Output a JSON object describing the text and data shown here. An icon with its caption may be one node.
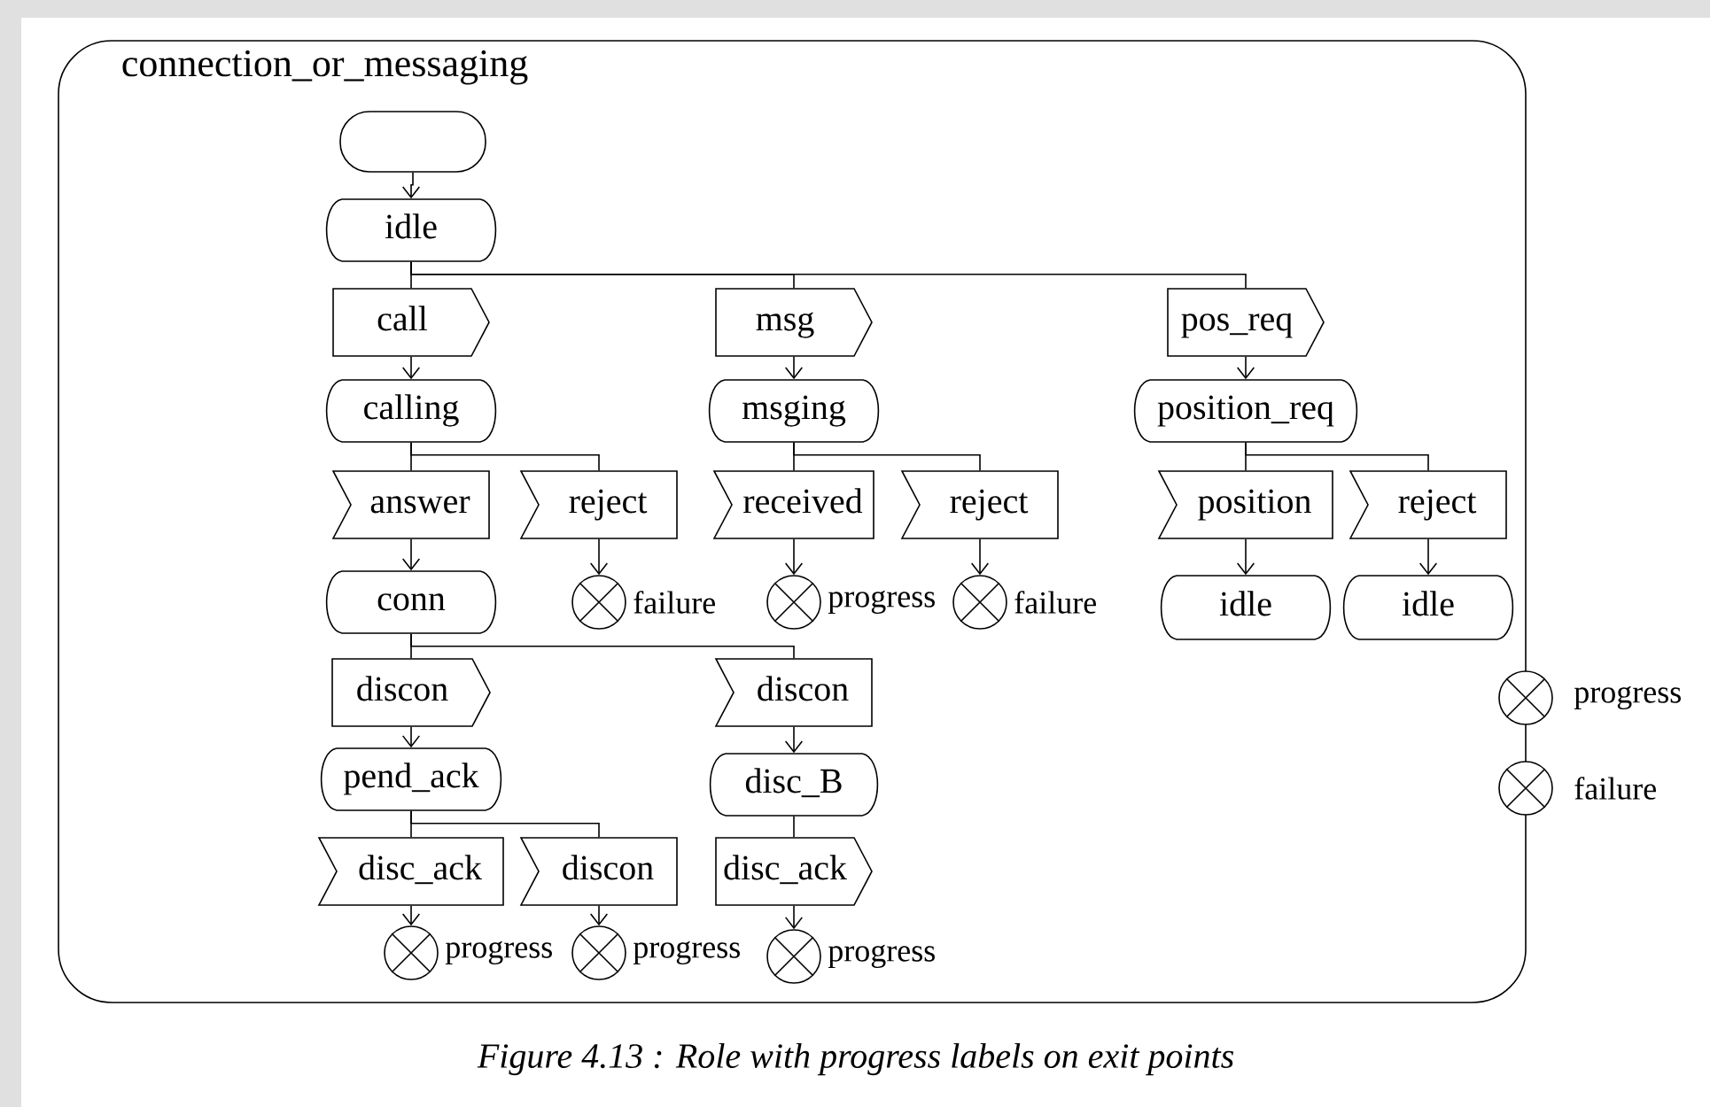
{
  "diagram": {
    "caption": "Figure 4.13 : Role with progress labels on exit points",
    "nodes": [
      {
        "text": [
          "connection_or_messaging"
        ]
      },
      {
        "text": [],
        "shape": "oval",
        "in": 0
      },
      {
        "text": [
          "idle"
        ],
        "in": 0
      },
      {
        "text": [
          "call"
        ],
        "in": 0
      },
      {
        "text": [
          "msg"
        ],
        "in": 0
      },
      {
        "text": [
          "pos_req"
        ],
        "in": 0
      },
      {
        "text": [
          "calling"
        ],
        "in": 0
      },
      {
        "text": [
          "msging"
        ],
        "in": 0
      },
      {
        "text": [
          "position_req"
        ],
        "in": 0
      },
      {
        "text": [
          "answer"
        ],
        "in": 0
      },
      {
        "text": [
          "reject"
        ],
        "in": 0
      },
      {
        "text": [
          "received"
        ],
        "in": 0
      },
      {
        "text": [
          "reject"
        ],
        "in": 0
      },
      {
        "text": [
          "position"
        ],
        "in": 0
      },
      {
        "text": [
          "reject"
        ],
        "in": 0
      },
      {
        "text": [
          "conn"
        ],
        "in": 0
      },
      {
        "text": [],
        "shape": "circle",
        "beside": [
          "failure"
        ],
        "in": 0
      },
      {
        "text": [],
        "shape": "circle",
        "beside": [
          "progress"
        ],
        "in": 0
      },
      {
        "text": [],
        "shape": "circle",
        "beside": [
          "failure"
        ],
        "in": 0
      },
      {
        "text": [
          "idle"
        ],
        "in": 0
      },
      {
        "text": [
          "idle"
        ],
        "in": 0
      },
      {
        "text": [
          "discon"
        ],
        "in": 0
      },
      {
        "text": [
          "discon"
        ],
        "in": 0
      },
      {
        "text": [
          "pend_ack"
        ],
        "in": 0
      },
      {
        "text": [
          "disc_B"
        ],
        "in": 0
      },
      {
        "text": [
          "disc_ack"
        ],
        "in": 0
      },
      {
        "text": [
          "discon"
        ],
        "in": 0
      },
      {
        "text": [
          "disc_ack"
        ],
        "in": 0
      },
      {
        "text": [],
        "shape": "circle",
        "beside": [
          "progress"
        ],
        "in": 0
      },
      {
        "text": [],
        "shape": "circle",
        "beside": [
          "progress"
        ],
        "in": 0
      },
      {
        "text": [],
        "shape": "circle",
        "beside": [
          "progress"
        ],
        "in": 0
      },
      {
        "text": [],
        "shape": "circle",
        "beside": [
          "progress"
        ]
      },
      {
        "text": [],
        "shape": "circle",
        "beside": [
          "failure"
        ]
      }
    ],
    "edges": [
      {
        "from": 1,
        "to": 2,
        "arrow": "to"
      },
      {
        "from": 2,
        "to": 3,
        "arrow": "none"
      },
      {
        "from": 2,
        "to": 4,
        "arrow": "none"
      },
      {
        "from": 2,
        "to": 5,
        "arrow": "none"
      },
      {
        "from": 3,
        "to": 6,
        "arrow": "to"
      },
      {
        "from": 4,
        "to": 7,
        "arrow": "to"
      },
      {
        "from": 5,
        "to": 8,
        "arrow": "to"
      },
      {
        "from": 6,
        "to": 9,
        "arrow": "none"
      },
      {
        "from": 6,
        "to": 10,
        "arrow": "none"
      },
      {
        "from": 7,
        "to": 11,
        "arrow": "none"
      },
      {
        "from": 7,
        "to": 12,
        "arrow": "none"
      },
      {
        "from": 8,
        "to": 13,
        "arrow": "none"
      },
      {
        "from": 8,
        "to": 14,
        "arrow": "none"
      },
      {
        "from": 9,
        "to": 15,
        "arrow": "to"
      },
      {
        "from": 10,
        "to": 16,
        "arrow": "to"
      },
      {
        "from": 11,
        "to": 17,
        "arrow": "to"
      },
      {
        "from": 12,
        "to": 18,
        "arrow": "to"
      },
      {
        "from": 13,
        "to": 19,
        "arrow": "to"
      },
      {
        "from": 14,
        "to": 20,
        "arrow": "to"
      },
      {
        "from": 15,
        "to": 21,
        "arrow": "none"
      },
      {
        "from": 15,
        "to": 22,
        "arrow": "none"
      },
      {
        "from": 21,
        "to": 23,
        "arrow": "to"
      },
      {
        "from": 22,
        "to": 24,
        "arrow": "to"
      },
      {
        "from": 23,
        "to": 25,
        "arrow": "none"
      },
      {
        "from": 23,
        "to": 26,
        "arrow": "none"
      },
      {
        "from": 24,
        "to": 27,
        "arrow": "none"
      },
      {
        "from": 25,
        "to": 28,
        "arrow": "to"
      },
      {
        "from": 26,
        "to": 29,
        "arrow": "to"
      },
      {
        "from": 27,
        "to": 30,
        "arrow": "to"
      }
    ]
  }
}
